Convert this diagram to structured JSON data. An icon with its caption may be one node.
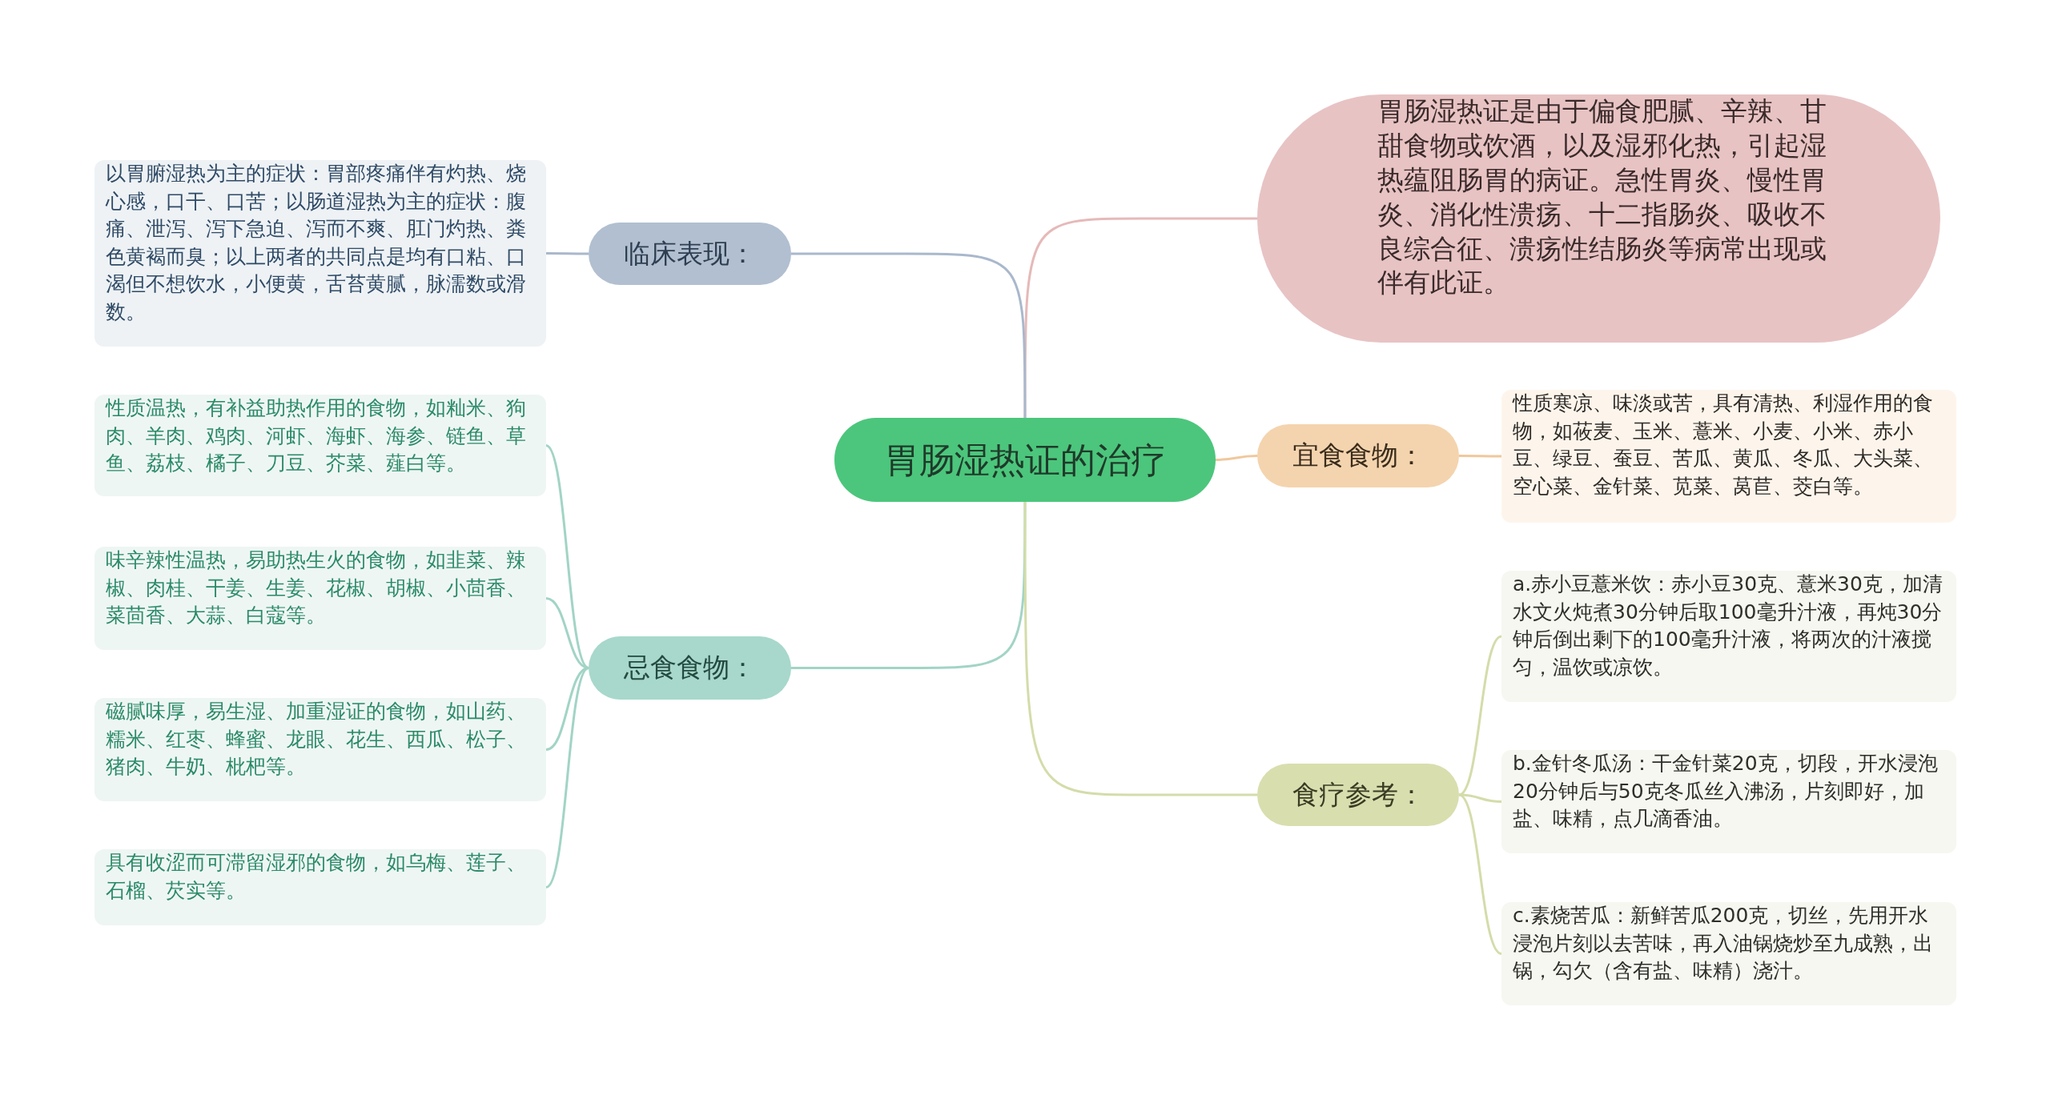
{
  "diagram": {
    "nodes": [
      {
        "text": [
          "胃肠湿热证的治疗"
        ]
      },
      {
        "text": [
          "胃肠湿热证是由于偏食肥腻、辛辣、甘甜食物或饮酒，以及湿邪化热，引起湿热蕴阻肠胃的病证。急性胃炎、慢性胃炎、消化性溃疡、十二指肠炎、吸收不良综合征、溃疡性结肠炎等病常出现或伴有此证。"
        ]
      },
      {
        "text": [
          "临床表现："
        ]
      },
      {
        "text": [
          "以胃腑湿热为主的症状：胃部疼痛伴有灼热、烧心感，口干、口苦；以肠道湿热为主的症状：腹痛、泄泻、泻下急迫、泻而不爽、肛门灼热、粪色黄褐而臭；以上两者的共同点是均有口粘、口渴但不想饮水，小便黄，舌苔黄腻，脉濡数或滑数。"
        ]
      },
      {
        "text": [
          "宜食食物："
        ]
      },
      {
        "text": [
          "性质寒凉、味淡或苦，具有清热、利湿作用的食物，如莜麦、玉米、薏米、小麦、小米、赤小豆、绿豆、蚕豆、苦瓜、黄瓜、冬瓜、大头菜、空心菜、金针菜、苋菜、莴苣、茭白等。"
        ]
      },
      {
        "text": [
          "忌食食物："
        ]
      },
      {
        "text": [
          "性质温热，有补益助热作用的食物，如籼米、狗肉、羊肉、鸡肉、河虾、海虾、海参、链鱼、草鱼、荔枝、橘子、刀豆、芥菜、薤白等。"
        ]
      },
      {
        "text": [
          "味辛辣性温热，易助热生火的食物，如韭菜、辣椒、肉桂、干姜、生姜、花椒、胡椒、小茴香、菜茴香、大蒜、白蔻等。"
        ]
      },
      {
        "text": [
          "磁腻味厚，易生湿、加重湿证的食物，如山药、糯米、红枣、蜂蜜、龙眼、花生、西瓜、松子、猪肉、牛奶、枇杷等。"
        ]
      },
      {
        "text": [
          "具有收涩而可滞留湿邪的食物，如乌梅、莲子、石榴、芡实等。"
        ]
      },
      {
        "text": [
          "食疗参考："
        ]
      },
      {
        "text": [
          "a.赤小豆薏米饮：赤小豆30克、薏米30克，加清水文火炖煮30分钟后取100毫升汁液，再炖30分钟后倒出剩下的100毫升汁液，将两次的汁液搅匀，温饮或凉饮。"
        ]
      },
      {
        "text": [
          "b.金针冬瓜汤：干金针菜20克，切段，开水浸泡20分钟后与50克冬瓜丝入沸汤，片刻即好，加盐、味精，点几滴香油。"
        ]
      },
      {
        "text": [
          "c.素烧苦瓜：新鲜苦瓜200克，切丝，先用开水浸泡片刻以去苦味，再入油锅烧炒至九成熟，出锅，勾欠（含有盐、味精）浇汁。"
        ]
      }
    ],
    "edges": [
      {
        "from": 0,
        "to": 1,
        "arrow": "none",
        "color": "#e6b9b9"
      },
      {
        "from": 0,
        "to": 2,
        "arrow": "none",
        "color": "#a9b8cc"
      },
      {
        "from": 2,
        "to": 3,
        "arrow": "none",
        "color": "#a9b8cc"
      },
      {
        "from": 0,
        "to": 4,
        "arrow": "none",
        "color": "#f0c89c"
      },
      {
        "from": 4,
        "to": 5,
        "arrow": "none",
        "color": "#f0c89c"
      },
      {
        "from": 0,
        "to": 6,
        "arrow": "none",
        "color": "#a2d4c6"
      },
      {
        "from": 6,
        "to": 7,
        "arrow": "none",
        "color": "#a2d4c6"
      },
      {
        "from": 6,
        "to": 8,
        "arrow": "none",
        "color": "#a2d4c6"
      },
      {
        "from": 6,
        "to": 9,
        "arrow": "none",
        "color": "#a2d4c6"
      },
      {
        "from": 6,
        "to": 10,
        "arrow": "none",
        "color": "#a2d4c6"
      },
      {
        "from": 0,
        "to": 11,
        "arrow": "none",
        "color": "#d4dcaa"
      },
      {
        "from": 11,
        "to": 12,
        "arrow": "none",
        "color": "#d4dcaa"
      },
      {
        "from": 11,
        "to": 13,
        "arrow": "none",
        "color": "#d4dcaa"
      },
      {
        "from": 11,
        "to": 14,
        "arrow": "none",
        "color": "#d4dcaa"
      }
    ]
  }
}
